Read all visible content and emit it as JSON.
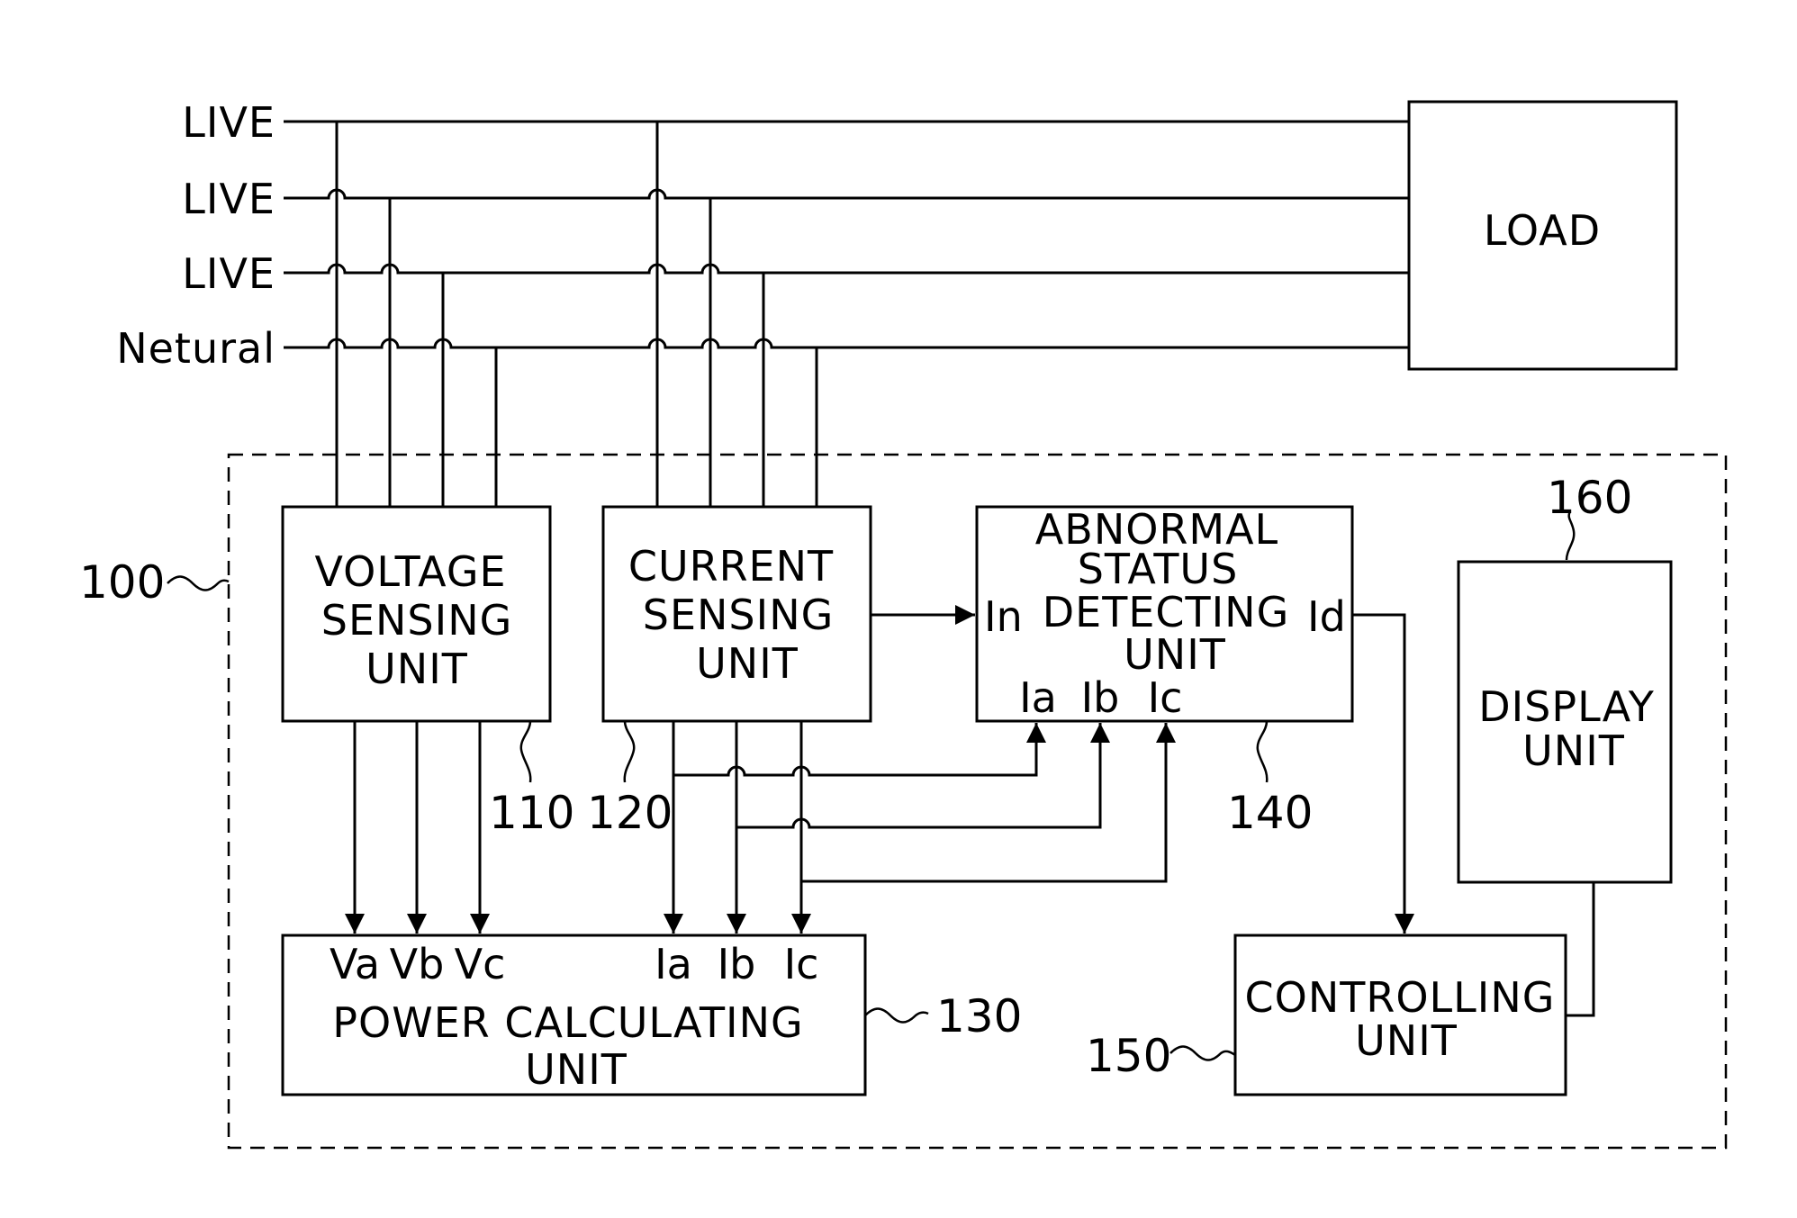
{
  "lines": {
    "live1": "LIVE",
    "live2": "LIVE",
    "live3": "LIVE",
    "neutral": "Netural"
  },
  "load": {
    "label": "LOAD"
  },
  "device": {
    "ref": "100"
  },
  "voltage_unit": {
    "line1": "VOLTAGE",
    "line2": "SENSING",
    "line3": "UNIT",
    "ref": "110"
  },
  "current_unit": {
    "line1": "CURRENT",
    "line2": "SENSING",
    "line3": "UNIT",
    "ref": "120"
  },
  "power_unit": {
    "line1": "POWER CALCULATING",
    "line2": "UNIT",
    "ref": "130",
    "inputs": {
      "va": "Va",
      "vb": "Vb",
      "vc": "Vc",
      "ia": "Ia",
      "ib": "Ib",
      "ic": "Ic"
    }
  },
  "abnormal_unit": {
    "line1": "ABNORMAL",
    "line2": "STATUS",
    "line3": "DETECTING",
    "line4": "UNIT",
    "ref": "140",
    "in_label": "In",
    "out_label": "Id",
    "inputs": {
      "ia": "Ia",
      "ib": "Ib",
      "ic": "Ic"
    }
  },
  "control_unit": {
    "line1": "CONTROLLING",
    "line2": "UNIT",
    "ref": "150"
  },
  "display_unit": {
    "line1": "DISPLAY",
    "line2": "UNIT",
    "ref": "160"
  }
}
